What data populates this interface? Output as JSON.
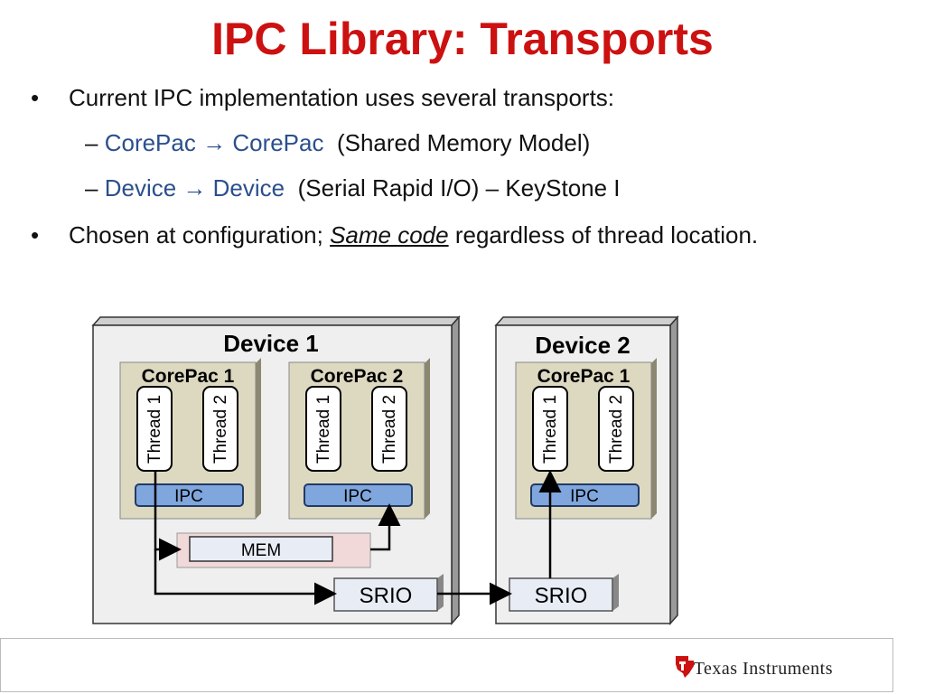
{
  "title": "IPC Library: Transports",
  "bullets": [
    {
      "text": "Current IPC implementation uses several transports:"
    },
    {
      "text_pre": "Chosen at configuration; ",
      "emph": "Same code",
      "text_post": " regardless of thread location."
    }
  ],
  "subbullets": [
    {
      "dash": "–",
      "from": "CorePac",
      "arrow": "→",
      "to": "CorePac",
      "note": "(Shared Memory Model)"
    },
    {
      "dash": "–",
      "from": "Device",
      "arrow": "→",
      "to": "Device",
      "note": "(Serial Rapid I/O) – KeyStone I"
    }
  ],
  "diagram": {
    "device1": {
      "label": "Device 1",
      "corepacs": [
        {
          "label": "CorePac 1",
          "threads": [
            "Thread 1",
            "Thread 2"
          ],
          "ipc": "IPC"
        },
        {
          "label": "CorePac 2",
          "threads": [
            "Thread 1",
            "Thread 2"
          ],
          "ipc": "IPC"
        }
      ],
      "mem": "MEM",
      "srio": "SRIO"
    },
    "device2": {
      "label": "Device 2",
      "corepacs": [
        {
          "label": "CorePac 1",
          "threads": [
            "Thread 1",
            "Thread 2"
          ],
          "ipc": "IPC"
        }
      ],
      "srio": "SRIO"
    }
  },
  "footer": {
    "brand": "Texas Instruments"
  },
  "colors": {
    "title": "#cc1111",
    "highlight_blue": "#2b4f8c",
    "ipc_fill": "#7fa6dd",
    "corepac_fill": "#ddd8c0",
    "mem_fill": "#f2d9d9"
  }
}
